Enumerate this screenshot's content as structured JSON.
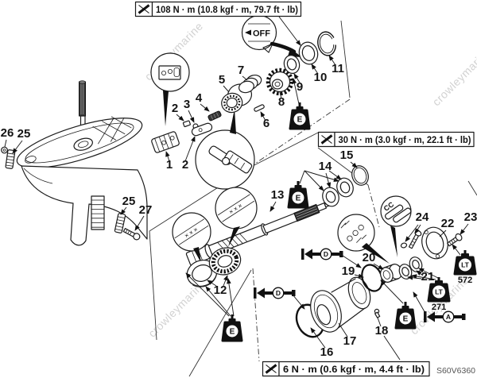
{
  "diagram": {
    "code": "S60V6360",
    "watermark": "crowleymarine",
    "watermark_long": "crowleymarine.com"
  },
  "torque_specs": {
    "top": "108 N · m (10.8 kgf · m, 79.7 ft · lb)",
    "middle": "30 N · m (3.0 kgf · m, 22.1 ft · lb)",
    "bottom": "6 N · m (0.6 kgf · m, 4.4 ft · lb)"
  },
  "annotations": {
    "off_label": "OFF",
    "grease_e": "E",
    "grease_d": "D",
    "grease_a": "A",
    "loctite_label": "LT",
    "loctite_572": "572",
    "loctite_271": "271",
    "clip_marks": "CC",
    "xxx_marks": "×××"
  },
  "part_numbers": {
    "n1": "1",
    "n2": "2",
    "n3": "3",
    "n4": "4",
    "n5": "5",
    "n6": "6",
    "n7": "7",
    "n8": "8",
    "n9": "9",
    "n10": "10",
    "n11": "11",
    "n12": "12",
    "n13": "13",
    "n14": "14",
    "n15": "15",
    "n16": "16",
    "n17": "17",
    "n18": "18",
    "n19": "19",
    "n20": "20",
    "n21": "21",
    "n22": "22",
    "n23": "23",
    "n24": "24",
    "n25": "25",
    "n26": "26",
    "n27": "27"
  }
}
